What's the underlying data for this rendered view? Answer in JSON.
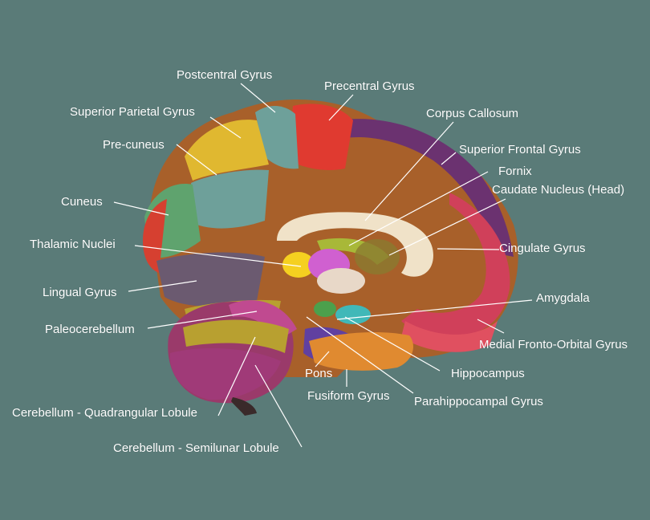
{
  "labels": {
    "postcentral_gyrus": "Postcentral Gyrus",
    "precentral_gyrus": "Precentral Gyrus",
    "superior_parietal_gyrus": "Superior Parietal Gyrus",
    "corpus_callosum": "Corpus Callosum",
    "pre_cuneus": "Pre-cuneus",
    "superior_frontal_gyrus": "Superior Frontal Gyrus",
    "fornix": "Fornix",
    "caudate_nucleus_head": "Caudate Nucleus (Head)",
    "cuneus": "Cuneus",
    "thalamic_nuclei": "Thalamic Nuclei",
    "cingulate_gyrus": "Cingulate Gyrus",
    "lingual_gyrus": "Lingual Gyrus",
    "amygdala": "Amygdala",
    "paleocerebellum": "Paleocerebellum",
    "medial_fronto_orbital_gyrus": "Medial Fronto-Orbital Gyrus",
    "hippocampus": "Hippocampus",
    "pons": "Pons",
    "fusiform_gyrus": "Fusiform Gyrus",
    "parahippocampal_gyrus": "Parahippocampal Gyrus",
    "cerebellum_quadrangular_lobule": "Cerebellum - Quadrangular Lobule",
    "cerebellum_semilunar_lobule": "Cerebellum - Semilunar Lobule"
  },
  "colors": {
    "background": "#5a7b78",
    "leader_line": "#ffffff",
    "label_text": "#ffffff",
    "cingulate": "#d0405a",
    "frontal": "#6b3270",
    "precentral": "#e03a30",
    "parietal": "#e0b830",
    "precuneus": "#6ea09a",
    "cuneus": "#5fa36e",
    "brown_core": "#a8602a",
    "corpus_callosum": "#f0e2c8",
    "fornix": "#a8b838",
    "thalamus": "#d060d0",
    "cerebellum": "#9a3a6a",
    "hippocampus": "#40b8b8",
    "fusiform": "#e08a30"
  }
}
